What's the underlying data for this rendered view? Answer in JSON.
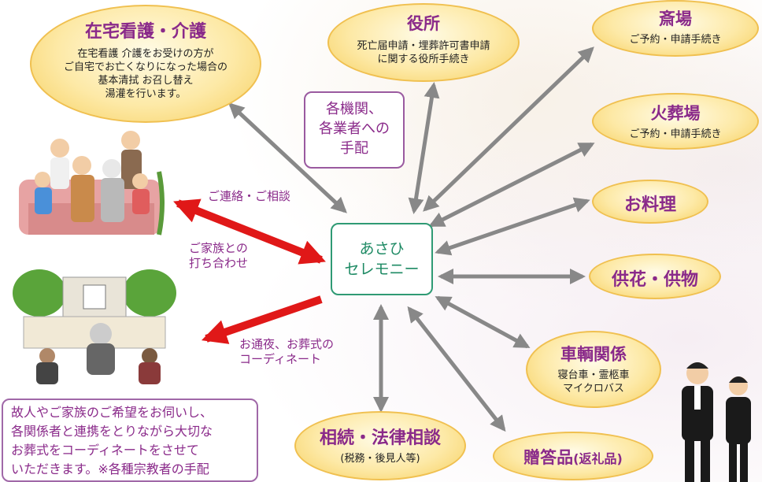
{
  "center": {
    "line1": "あさひ",
    "line2": "セレモニー"
  },
  "home_care": {
    "title": "在宅看護・介護",
    "lines": [
      "在宅看護 介護をお受けの方が",
      "ご自宅でお亡くなりになった場合の",
      "基本清拭 お召し替え",
      "湯灌を行います。"
    ]
  },
  "city_hall": {
    "title": "役所",
    "lines": [
      "死亡届申請・埋葬許可書申請",
      "に関する役所手続き"
    ]
  },
  "funeral_hall": {
    "title": "斎場",
    "sub": "ご予約・申請手続き"
  },
  "crematorium": {
    "title": "火葬場",
    "sub": "ご予約・申請手続き"
  },
  "cuisine": {
    "title": "お料理"
  },
  "flowers": {
    "title": "供花・供物"
  },
  "vehicles": {
    "title": "車輌関係",
    "lines": [
      "寝台車・霊柩車",
      "マイクロバス"
    ]
  },
  "gifts": {
    "title": "贈答品",
    "suffix": "(返礼品)"
  },
  "inheritance": {
    "title": "相続・法律相談",
    "sub": "(税務・後見人等)"
  },
  "arrangements_box": {
    "lines": [
      "各機関、",
      "各業者への",
      "手配"
    ]
  },
  "labels": {
    "contact": "ご連絡・ご相談",
    "meeting": [
      "ご家族との",
      "打ち合わせ"
    ],
    "coordinate": [
      "お通夜、お葬式の",
      "コーディネート"
    ]
  },
  "bottom_note": {
    "lines": [
      "故人やご家族のご希望をお伺いし、",
      "各関係者と連携をとりながら大切な",
      "お葬式をコーディネートをさせて",
      "いただきます。※各種宗教者の手配"
    ]
  },
  "colors": {
    "title_purple": "#8a2a8a",
    "center_green": "#2f9a74",
    "arrow_gray": "#888888",
    "arrow_red": "#e01818",
    "oval_gold": "#f6cf5e"
  }
}
